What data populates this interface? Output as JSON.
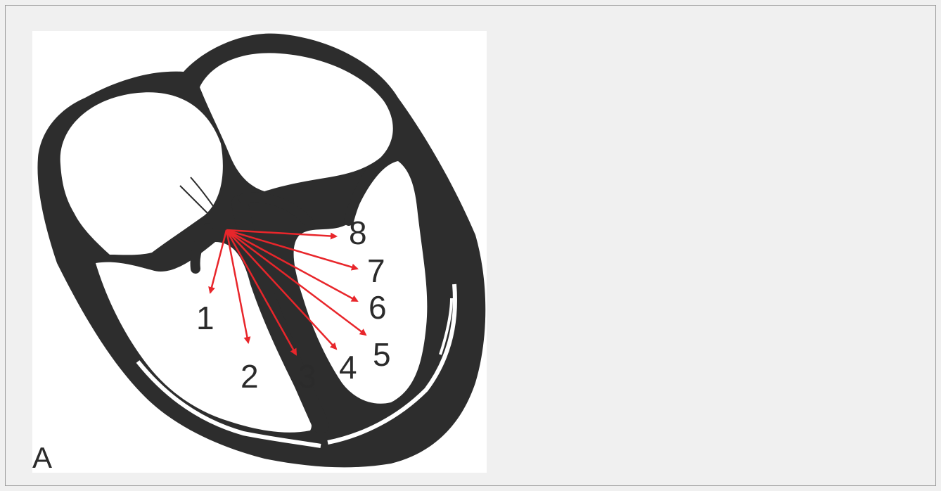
{
  "figure": {
    "panel_label": "A",
    "lead_labels": [
      "1",
      "2",
      "3",
      "4",
      "5",
      "6",
      "7",
      "8"
    ],
    "colors": {
      "heart": "#2d2d2d",
      "arrows": "#e8262b",
      "background": "#f0f0f0",
      "panel": "#ffffff"
    }
  }
}
